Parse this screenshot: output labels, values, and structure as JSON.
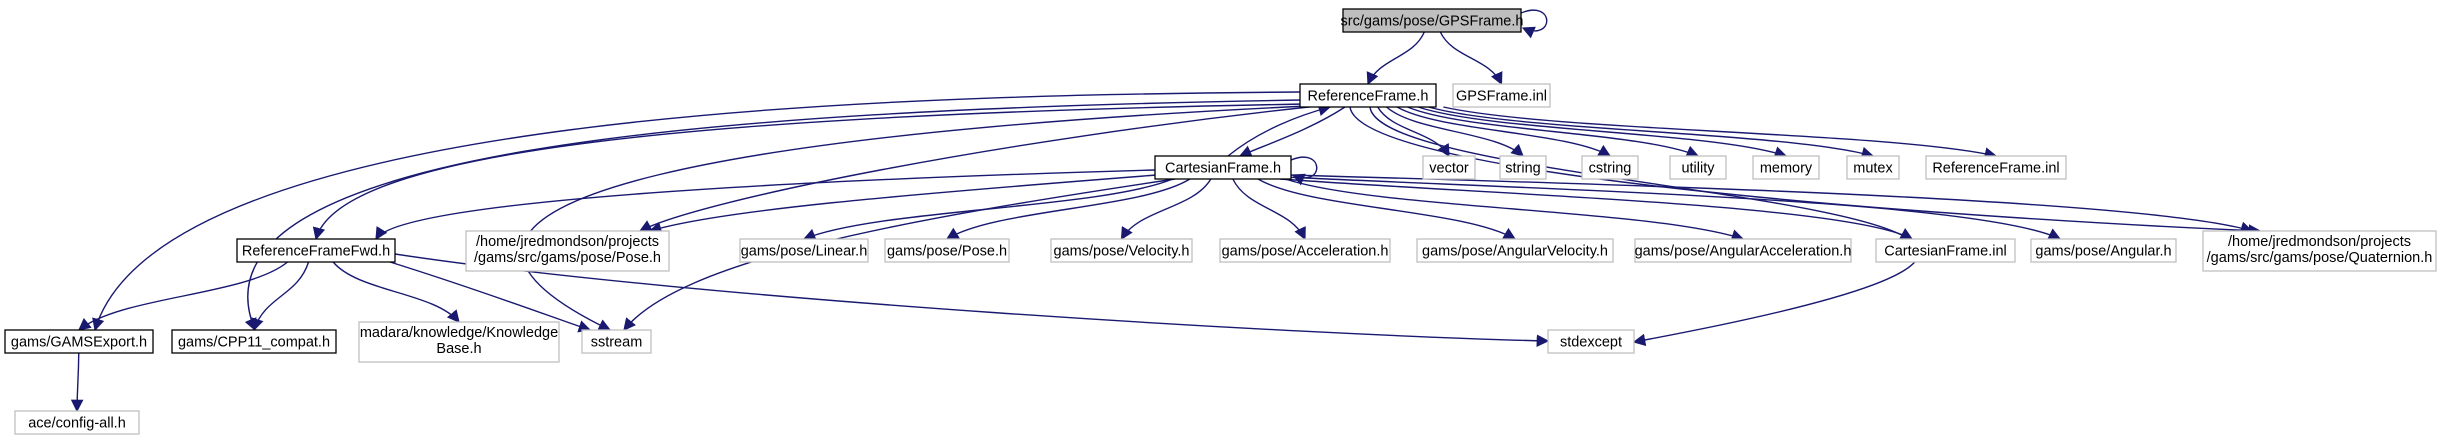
{
  "diagram": {
    "type": "include-dependency-graph",
    "colors": {
      "edge": "#191970",
      "root_fill": "#bfbfbf",
      "documented_border": "#000000",
      "undocumented_border": "#bfbfbf",
      "text": "#000000"
    },
    "nodes": [
      {
        "id": "gpsframe",
        "lines": [
          "src/gams/pose/GPSFrame.h"
        ],
        "style": "root"
      },
      {
        "id": "refframe",
        "lines": [
          "ReferenceFrame.h"
        ],
        "style": "documented"
      },
      {
        "id": "gpsframe_inl",
        "lines": [
          "GPSFrame.inl"
        ],
        "style": "undocumented"
      },
      {
        "id": "cartesian",
        "lines": [
          "CartesianFrame.h"
        ],
        "style": "documented"
      },
      {
        "id": "vector",
        "lines": [
          "vector"
        ],
        "style": "undocumented"
      },
      {
        "id": "string",
        "lines": [
          "string"
        ],
        "style": "undocumented"
      },
      {
        "id": "cstring",
        "lines": [
          "cstring"
        ],
        "style": "undocumented"
      },
      {
        "id": "utility",
        "lines": [
          "utility"
        ],
        "style": "undocumented"
      },
      {
        "id": "memory",
        "lines": [
          "memory"
        ],
        "style": "undocumented"
      },
      {
        "id": "mutex",
        "lines": [
          "mutex"
        ],
        "style": "undocumented"
      },
      {
        "id": "refframe_inl",
        "lines": [
          "ReferenceFrame.inl"
        ],
        "style": "undocumented"
      },
      {
        "id": "refframefwd",
        "lines": [
          "ReferenceFrameFwd.h"
        ],
        "style": "documented"
      },
      {
        "id": "pose_abs",
        "lines": [
          "/home/jredmondson/projects",
          "/gams/src/gams/pose/Pose.h"
        ],
        "style": "undocumented"
      },
      {
        "id": "linear",
        "lines": [
          "gams/pose/Linear.h"
        ],
        "style": "undocumented"
      },
      {
        "id": "pose",
        "lines": [
          "gams/pose/Pose.h"
        ],
        "style": "undocumented"
      },
      {
        "id": "velocity",
        "lines": [
          "gams/pose/Velocity.h"
        ],
        "style": "undocumented"
      },
      {
        "id": "acceleration",
        "lines": [
          "gams/pose/Acceleration.h"
        ],
        "style": "undocumented"
      },
      {
        "id": "angvel",
        "lines": [
          "gams/pose/AngularVelocity.h"
        ],
        "style": "undocumented"
      },
      {
        "id": "angacc",
        "lines": [
          "gams/pose/AngularAcceleration.h"
        ],
        "style": "undocumented"
      },
      {
        "id": "cartesian_inl",
        "lines": [
          "CartesianFrame.inl"
        ],
        "style": "undocumented"
      },
      {
        "id": "angular",
        "lines": [
          "gams/pose/Angular.h"
        ],
        "style": "undocumented"
      },
      {
        "id": "quaternion",
        "lines": [
          "/home/jredmondson/projects",
          "/gams/src/gams/pose/Quaternion.h"
        ],
        "style": "undocumented"
      },
      {
        "id": "gamsexport",
        "lines": [
          "gams/GAMSExport.h"
        ],
        "style": "documented"
      },
      {
        "id": "cpp11",
        "lines": [
          "gams/CPP11_compat.h"
        ],
        "style": "documented"
      },
      {
        "id": "kb",
        "lines": [
          "madara/knowledge/Knowledge",
          "Base.h"
        ],
        "style": "undocumented"
      },
      {
        "id": "sstream",
        "lines": [
          "sstream"
        ],
        "style": "undocumented"
      },
      {
        "id": "stdexcept",
        "lines": [
          "stdexcept"
        ],
        "style": "undocumented"
      },
      {
        "id": "aceconfig",
        "lines": [
          "ace/config-all.h"
        ],
        "style": "undocumented"
      }
    ],
    "edges": [
      [
        "gpsframe",
        "gpsframe"
      ],
      [
        "gpsframe",
        "refframe"
      ],
      [
        "gpsframe",
        "gpsframe_inl"
      ],
      [
        "refframe",
        "cartesian"
      ],
      [
        "cartesian",
        "refframe"
      ],
      [
        "cartesian",
        "cartesian"
      ],
      [
        "refframe",
        "vector"
      ],
      [
        "refframe",
        "string"
      ],
      [
        "refframe",
        "cstring"
      ],
      [
        "refframe",
        "utility"
      ],
      [
        "refframe",
        "memory"
      ],
      [
        "refframe",
        "mutex"
      ],
      [
        "refframe",
        "refframe_inl"
      ],
      [
        "refframe",
        "refframefwd"
      ],
      [
        "refframe",
        "gamsexport"
      ],
      [
        "refframe",
        "cpp11"
      ],
      [
        "refframe",
        "pose_abs"
      ],
      [
        "refframe",
        "sstream"
      ],
      [
        "refframe",
        "stdexcept"
      ],
      [
        "refframe",
        "quaternion"
      ],
      [
        "cartesian",
        "refframefwd"
      ],
      [
        "cartesian",
        "pose_abs"
      ],
      [
        "cartesian",
        "linear"
      ],
      [
        "cartesian",
        "pose"
      ],
      [
        "cartesian",
        "velocity"
      ],
      [
        "cartesian",
        "acceleration"
      ],
      [
        "cartesian",
        "angvel"
      ],
      [
        "cartesian",
        "angacc"
      ],
      [
        "cartesian",
        "cartesian_inl"
      ],
      [
        "cartesian",
        "angular"
      ],
      [
        "cartesian",
        "quaternion"
      ],
      [
        "cartesian",
        "sstream"
      ],
      [
        "refframefwd",
        "gamsexport"
      ],
      [
        "refframefwd",
        "cpp11"
      ],
      [
        "refframefwd",
        "kb"
      ],
      [
        "refframefwd",
        "sstream"
      ],
      [
        "refframefwd",
        "stdexcept"
      ],
      [
        "gamsexport",
        "aceconfig"
      ]
    ]
  }
}
